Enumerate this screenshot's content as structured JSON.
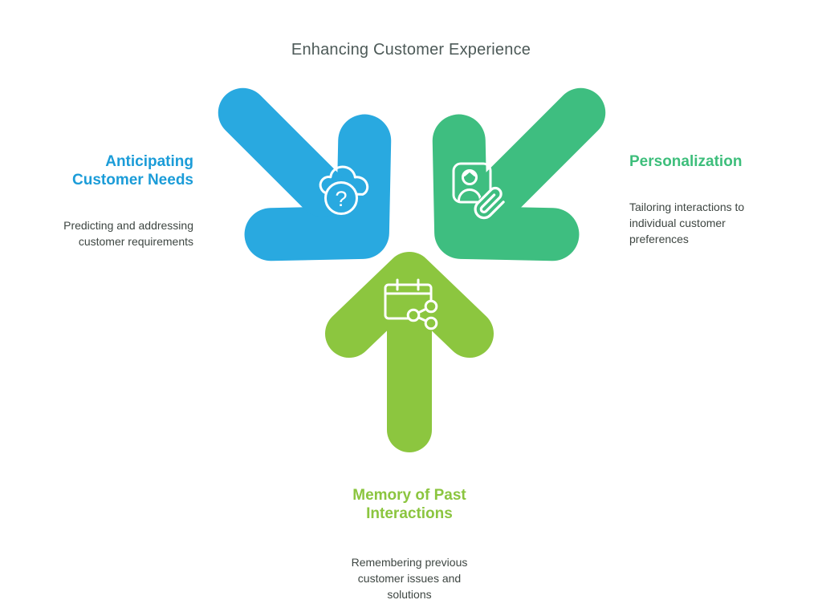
{
  "title": "Enhancing Customer Experience",
  "colors": {
    "background": "#FFFFFF",
    "blue_arrow": "#29A9E0",
    "green_arrow": "#3EBE80",
    "lime_arrow": "#8CC63F",
    "blue_heading": "#1B9CD8",
    "green_heading": "#3DBE7B",
    "lime_heading": "#8BC53F",
    "title_text": "#4D5A58",
    "body_text": "#3E4642",
    "icon_stroke": "#FFFFFF"
  },
  "items": {
    "anticipating": {
      "heading": [
        "Anticipating",
        "Customer Needs"
      ],
      "description": [
        "Predicting and addressing",
        "customer requirements"
      ],
      "icon": "cloud-question-icon",
      "icon_glyph": "?"
    },
    "personalization": {
      "heading": [
        "Personalization"
      ],
      "description": [
        "Tailoring interactions to",
        "individual customer",
        "preferences"
      ],
      "icon": "person-badge-paperclip-icon"
    },
    "memory": {
      "heading": [
        "Memory of Past",
        "Interactions"
      ],
      "description": [
        "Remembering previous",
        "customer issues and",
        "solutions"
      ],
      "icon": "calendar-share-icon"
    }
  }
}
